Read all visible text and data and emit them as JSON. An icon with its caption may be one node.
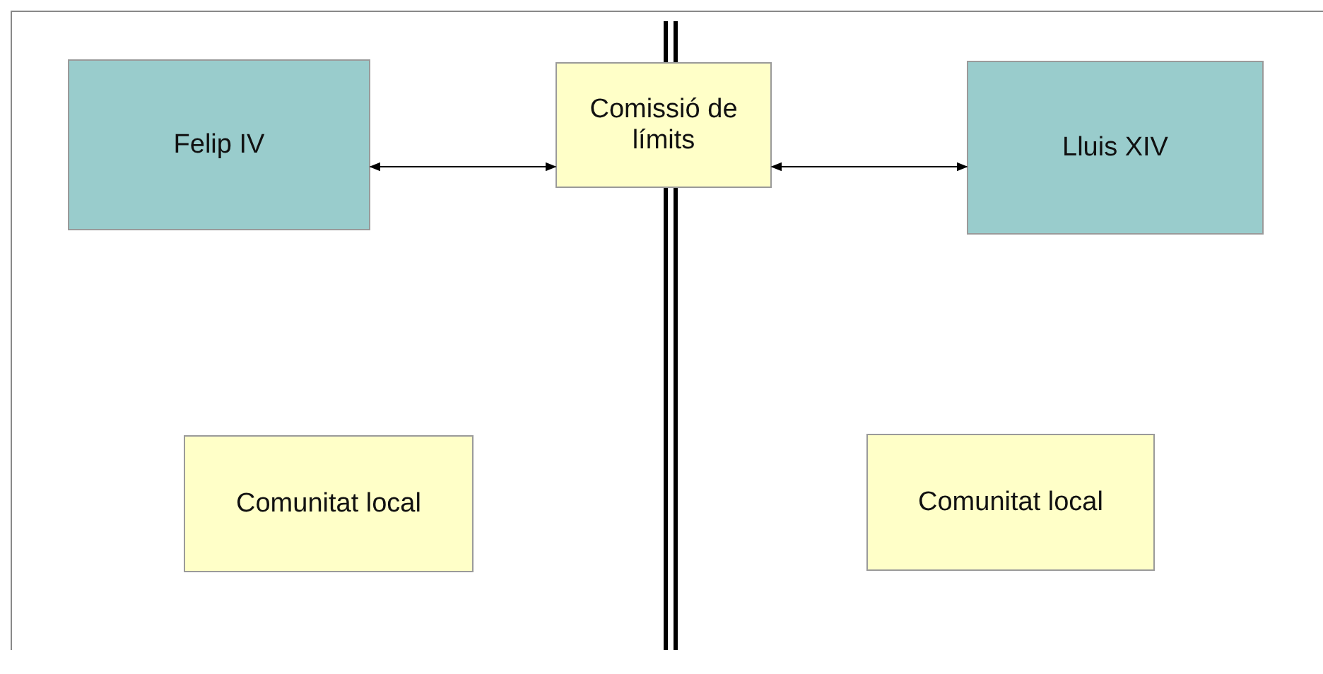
{
  "diagram": {
    "nodes": [
      {
        "text": [
          "Felip IV"
        ]
      },
      {
        "text": [
          "Comissió de límits"
        ]
      },
      {
        "text": [
          "Lluis XIV"
        ]
      },
      {
        "text": [
          "Comunitat local"
        ]
      },
      {
        "text": [
          "Comunitat local"
        ]
      }
    ],
    "edges": [
      {
        "from": 0,
        "to": 1,
        "arrow": "both"
      },
      {
        "from": 1,
        "to": 2,
        "arrow": "both"
      }
    ]
  }
}
